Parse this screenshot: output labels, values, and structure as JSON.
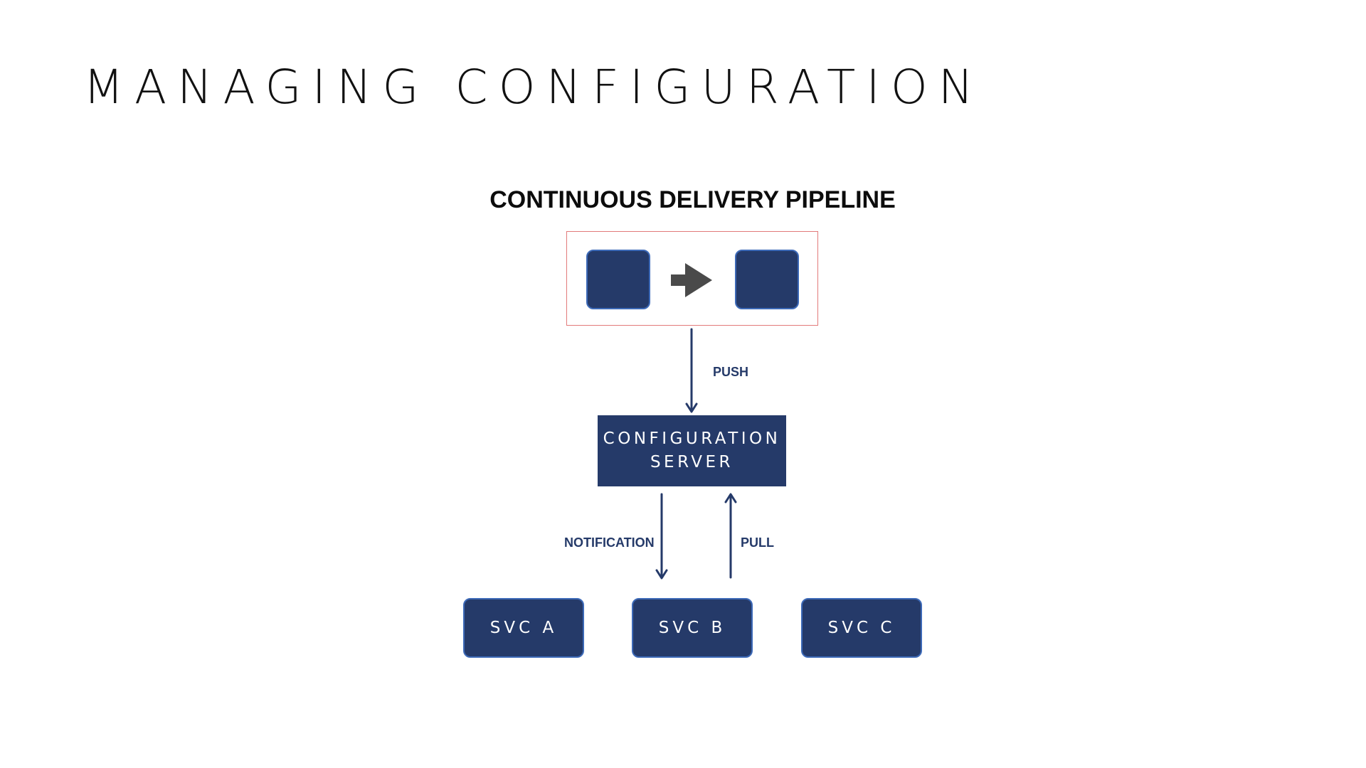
{
  "slide": {
    "title": "MANAGING CONFIGURATION"
  },
  "diagram": {
    "pipeline_heading": "CONTINUOUS DELIVERY PIPELINE",
    "push_label": "PUSH",
    "server_line1": "CONFIGURATION",
    "server_line2": "SERVER",
    "notification_label": "NOTIFICATION",
    "pull_label": "PULL",
    "services": [
      "SVC A",
      "SVC B",
      "SVC C"
    ]
  },
  "colors": {
    "box_fill": "#253a69",
    "box_border": "#3d6ab8",
    "frame_border": "#e27a7a",
    "arrow_gray": "#4a4a4a",
    "connector": "#253a69"
  }
}
